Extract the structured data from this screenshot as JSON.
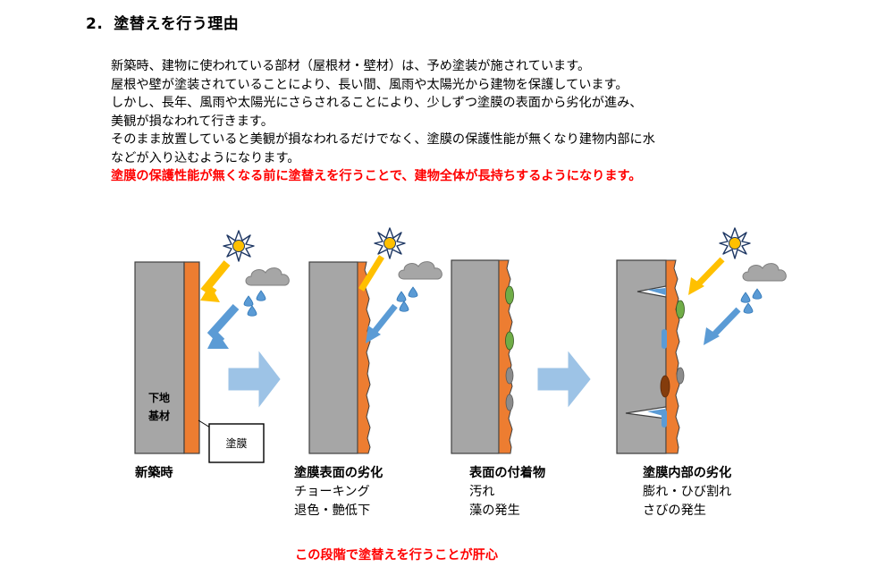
{
  "section": {
    "number": "2.",
    "title": "塗替えを行う理由"
  },
  "paragraph": {
    "lines": [
      "新築時、建物に使われている部材（屋根材・壁材）は、予め塗装が施されています。",
      "屋根や壁が塗装されていることにより、長い間、風雨や太陽光から建物を保護しています。",
      "しかし、長年、風雨や太陽光にさらされることにより、少しずつ塗膜の表面から劣化が進み、",
      "美観が損なわれて行きます。",
      "そのまま放置していると美観が損なわれるだけでなく、塗膜の保護性能が無くなり建物内部に水",
      "などが入り込むようになります。"
    ],
    "emphasis": "塗膜の保護性能が無くなる前に塗替えを行うことで、建物全体が長持ちするようになります。"
  },
  "diagram": {
    "substrate_label_line1": "下地",
    "substrate_label_line2": "基材",
    "coating_label": "塗膜",
    "colors": {
      "substrate": "#a6a6a6",
      "coating": "#ed7d31",
      "sun_arrow": "#ffc000",
      "rain_arrow": "#5b9bd5",
      "progress_arrow": "#9dc3e6",
      "cloud": "#a6a6a6",
      "algae": "#70ad47",
      "rust": "#843c0c",
      "emphasis_text": "#ff0000"
    },
    "stages": [
      {
        "title": "新築時",
        "lines": []
      },
      {
        "title": "塗膜表面の劣化",
        "lines": [
          "チョーキング",
          "退色・艶低下"
        ]
      },
      {
        "title": "表面の付着物",
        "lines": [
          "汚れ",
          "藻の発生"
        ]
      },
      {
        "title": "塗膜内部の劣化",
        "lines": [
          "膨れ・ひび割れ",
          "さびの発生"
        ]
      }
    ],
    "note": "この段階で塗替えを行うことが肝心"
  }
}
